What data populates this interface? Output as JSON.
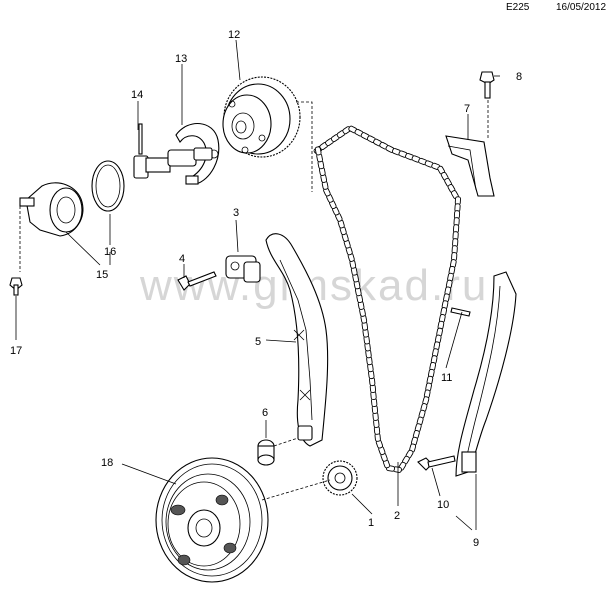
{
  "header": {
    "diagram_code": "E225",
    "date": "16/05/2012"
  },
  "watermark": "www.glmskad.ru",
  "callouts": [
    {
      "id": "c1",
      "label": "1"
    },
    {
      "id": "c2",
      "label": "2"
    },
    {
      "id": "c3",
      "label": "3"
    },
    {
      "id": "c4",
      "label": "4"
    },
    {
      "id": "c5",
      "label": "5"
    },
    {
      "id": "c6",
      "label": "6"
    },
    {
      "id": "c7",
      "label": "7"
    },
    {
      "id": "c8",
      "label": "8"
    },
    {
      "id": "c9",
      "label": "9"
    },
    {
      "id": "c10",
      "label": "10"
    },
    {
      "id": "c11",
      "label": "11"
    },
    {
      "id": "c12",
      "label": "12"
    },
    {
      "id": "c13",
      "label": "13"
    },
    {
      "id": "c14",
      "label": "14"
    },
    {
      "id": "c15",
      "label": "15"
    },
    {
      "id": "c16",
      "label": "16"
    },
    {
      "id": "c17",
      "label": "17"
    },
    {
      "id": "c18",
      "label": "18"
    }
  ]
}
